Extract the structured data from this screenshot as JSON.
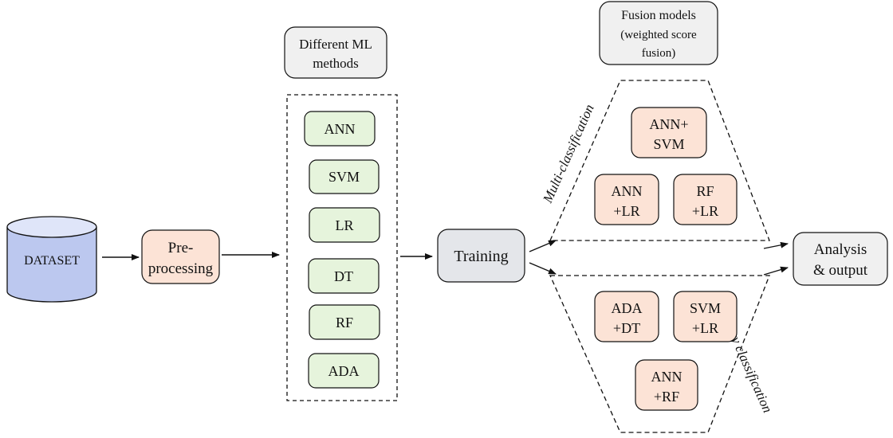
{
  "dataset": {
    "label": "DATASET"
  },
  "preprocess": {
    "line1": "Pre-",
    "line2": "processing"
  },
  "ml_header": {
    "line1": "Different ML",
    "line2": "methods"
  },
  "ml_methods": [
    {
      "id": "ann",
      "label": "ANN"
    },
    {
      "id": "svm",
      "label": "SVM"
    },
    {
      "id": "lr",
      "label": "LR"
    },
    {
      "id": "dt",
      "label": "DT"
    },
    {
      "id": "rf",
      "label": "RF"
    },
    {
      "id": "ada",
      "label": "ADA"
    }
  ],
  "training": {
    "label": "Training"
  },
  "fusion_header": {
    "line1": "Fusion models",
    "line2": "(weighted score",
    "line3": "fusion)"
  },
  "multi": {
    "label": "Multi-classification",
    "models": [
      {
        "id": "ann-svm",
        "line1": "ANN+",
        "line2": "SVM"
      },
      {
        "id": "ann-lr",
        "line1": "ANN",
        "line2": "+LR"
      },
      {
        "id": "rf-lr",
        "line1": "RF",
        "line2": "+LR"
      }
    ]
  },
  "binary": {
    "label": "Binary classification",
    "models": [
      {
        "id": "ada-dt",
        "line1": "ADA",
        "line2": "+DT"
      },
      {
        "id": "svm-lr",
        "line1": "SVM",
        "line2": "+LR"
      },
      {
        "id": "ann-rf",
        "line1": "ANN",
        "line2": "+RF"
      }
    ]
  },
  "analysis": {
    "line1": "Analysis",
    "line2": "& output"
  },
  "colors": {
    "cylinder_fill": "#bcc8ef",
    "cylinder_top": "#dfe5f9",
    "peach": "#fce3d6",
    "green": "#e6f4dc",
    "grey": "#f0f0f0",
    "training": "#e4e6ea",
    "stroke": "#111111"
  }
}
